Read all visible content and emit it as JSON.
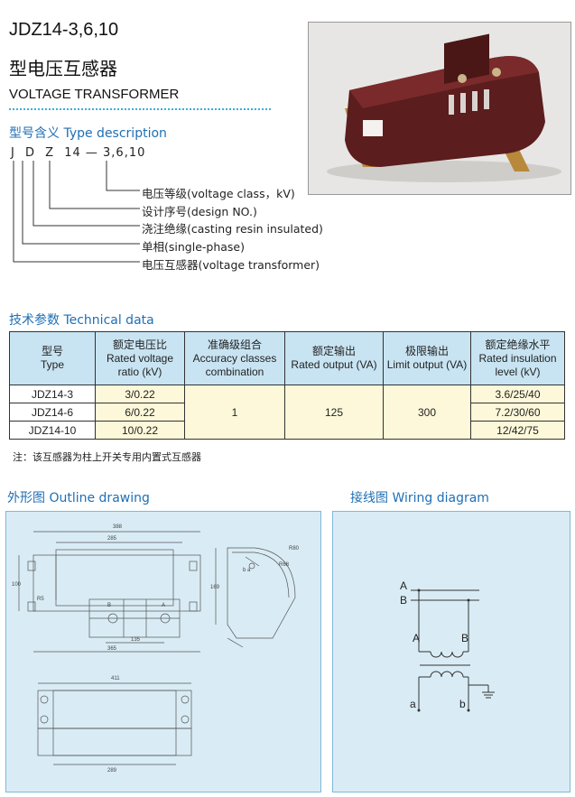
{
  "header": {
    "model": "JDZ14-3,6,10",
    "cn_title": "型电压互感器",
    "en_title": "VOLTAGE TRANSFORMER"
  },
  "type_description": {
    "heading": "型号含义 Type description",
    "code_letters": [
      "J",
      "D",
      "Z",
      "14"
    ],
    "code_dash": "—",
    "code_suffix": "3,6,10",
    "legend": [
      "电压等级(voltage class，kV)",
      "设计序号(design NO.)",
      "浇注绝缘(casting resin insulated)",
      "单相(single-phase)",
      "电压互感器(voltage transformer)"
    ]
  },
  "technical": {
    "heading": "技术参数 Technical data",
    "headers": [
      {
        "cn": "型号",
        "en": "Type"
      },
      {
        "cn": "额定电压比",
        "en": "Rated voltage ratio (kV)"
      },
      {
        "cn": "准确级组合",
        "en": "Accuracy classes combination"
      },
      {
        "cn": "额定输出",
        "en": "Rated output (VA)"
      },
      {
        "cn": "极限输出",
        "en": "Limit output (VA)"
      },
      {
        "cn": "额定绝缘水平",
        "en": "Rated insulation level (kV)"
      }
    ],
    "rows": [
      {
        "type": "JDZ14-3",
        "ratio": "3/0.22",
        "insulation": "3.6/25/40"
      },
      {
        "type": "JDZ14-6",
        "ratio": "6/0.22",
        "insulation": "7.2/30/60"
      },
      {
        "type": "JDZ14-10",
        "ratio": "10/0.22",
        "insulation": "12/42/75"
      }
    ],
    "accuracy": "1",
    "rated_output": "125",
    "limit_output": "300",
    "note": "注：该互感器为柱上开关专用内置式互感器"
  },
  "outline": {
    "heading": "外形图 Outline drawing",
    "dims": {
      "d388": "388",
      "d285": "285",
      "d100": "100",
      "dR5": "R5",
      "d135": "135",
      "d365": "365",
      "dB": "B",
      "dA": "A",
      "d169": "169",
      "dR80": "R80",
      "dR68": "R68",
      "dba": "b a",
      "d411": "411",
      "d289": "289"
    }
  },
  "wiring": {
    "heading": "接线图 Wiring diagram",
    "labels": {
      "A1": "A",
      "B1": "B",
      "A2": "A",
      "B2": "B",
      "a": "a",
      "b": "b"
    }
  },
  "colors": {
    "accent": "#1f6fb5",
    "panel": "#d9ecf5",
    "table_head": "#c8e4f2",
    "cell_yellow": "#fdf8d9",
    "product": "#5a1c1c"
  }
}
